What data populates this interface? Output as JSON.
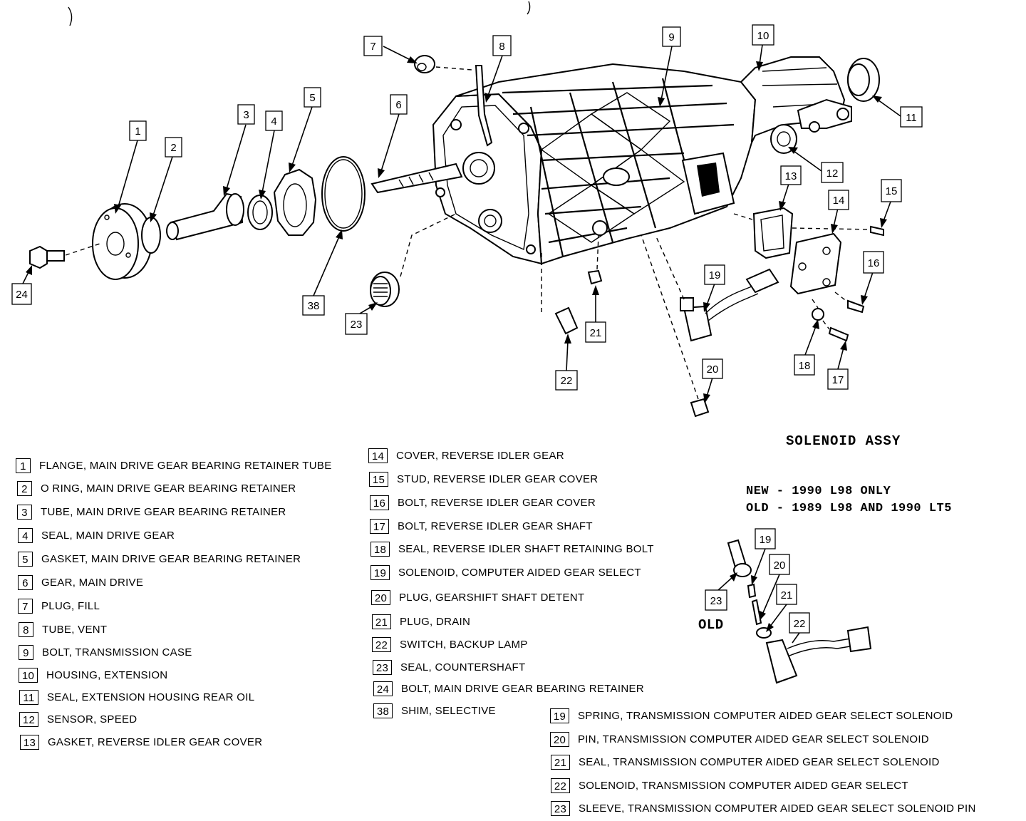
{
  "callouts": {
    "c1": "1",
    "c2": "2",
    "c3": "3",
    "c4": "4",
    "c5": "5",
    "c6": "6",
    "c7": "7",
    "c8": "8",
    "c9": "9",
    "c10": "10",
    "c11": "11",
    "c12": "12",
    "c13": "13",
    "c14": "14",
    "c15": "15",
    "c16": "16",
    "c17": "17",
    "c18": "18",
    "c19": "19",
    "c20": "20",
    "c21": "21",
    "c22": "22",
    "c23": "23",
    "c24": "24",
    "c38": "38",
    "i19": "19",
    "i20": "20",
    "i21": "21",
    "i22": "22",
    "i23": "23"
  },
  "inset": {
    "heading": "SOLENOID ASSY",
    "new_note": "NEW - 1990 L98 ONLY",
    "old_note": "OLD - 1989 L98 AND 1990 LT5",
    "old_label": "OLD"
  },
  "legend_col1": [
    {
      "num": "1",
      "text": "FLANGE, MAIN DRIVE GEAR BEARING RETAINER TUBE"
    },
    {
      "num": "2",
      "text": "O RING, MAIN DRIVE GEAR BEARING RETAINER"
    },
    {
      "num": "3",
      "text": "TUBE, MAIN DRIVE GEAR BEARING RETAINER"
    },
    {
      "num": "4",
      "text": "SEAL, MAIN DRIVE GEAR"
    },
    {
      "num": "5",
      "text": "GASKET, MAIN DRIVE GEAR BEARING RETAINER"
    },
    {
      "num": "6",
      "text": "GEAR, MAIN DRIVE"
    },
    {
      "num": "7",
      "text": "PLUG, FILL"
    },
    {
      "num": "8",
      "text": "TUBE, VENT"
    },
    {
      "num": "9",
      "text": "BOLT, TRANSMISSION CASE"
    },
    {
      "num": "10",
      "text": "HOUSING, EXTENSION"
    },
    {
      "num": "11",
      "text": "SEAL, EXTENSION HOUSING REAR OIL"
    },
    {
      "num": "12",
      "text": "SENSOR, SPEED"
    },
    {
      "num": "13",
      "text": "GASKET, REVERSE IDLER GEAR COVER"
    }
  ],
  "legend_col2": [
    {
      "num": "14",
      "text": "COVER, REVERSE IDLER GEAR"
    },
    {
      "num": "15",
      "text": "STUD, REVERSE IDLER GEAR COVER"
    },
    {
      "num": "16",
      "text": "BOLT, REVERSE IDLER GEAR COVER"
    },
    {
      "num": "17",
      "text": "BOLT, REVERSE IDLER GEAR SHAFT"
    },
    {
      "num": "18",
      "text": "SEAL, REVERSE IDLER SHAFT RETAINING BOLT"
    },
    {
      "num": "19",
      "text": "SOLENOID, COMPUTER AIDED GEAR SELECT"
    },
    {
      "num": "20",
      "text": "PLUG, GEARSHIFT SHAFT DETENT"
    },
    {
      "num": "21",
      "text": "PLUG, DRAIN"
    },
    {
      "num": "22",
      "text": "SWITCH, BACKUP LAMP"
    },
    {
      "num": "23",
      "text": "SEAL, COUNTERSHAFT"
    },
    {
      "num": "24",
      "text": "BOLT, MAIN DRIVE GEAR BEARING RETAINER"
    },
    {
      "num": "38",
      "text": "SHIM, SELECTIVE"
    }
  ],
  "legend_col3": [
    {
      "num": "19",
      "text": "SPRING, TRANSMISSION COMPUTER AIDED GEAR SELECT SOLENOID"
    },
    {
      "num": "20",
      "text": "PIN, TRANSMISSION COMPUTER AIDED GEAR SELECT SOLENOID"
    },
    {
      "num": "21",
      "text": "SEAL, TRANSMISSION COMPUTER AIDED GEAR SELECT SOLENOID"
    },
    {
      "num": "22",
      "text": "SOLENOID, TRANSMISSION COMPUTER AIDED GEAR SELECT"
    },
    {
      "num": "23",
      "text": "SLEEVE, TRANSMISSION COMPUTER AIDED GEAR SELECT SOLENOID PIN"
    }
  ]
}
